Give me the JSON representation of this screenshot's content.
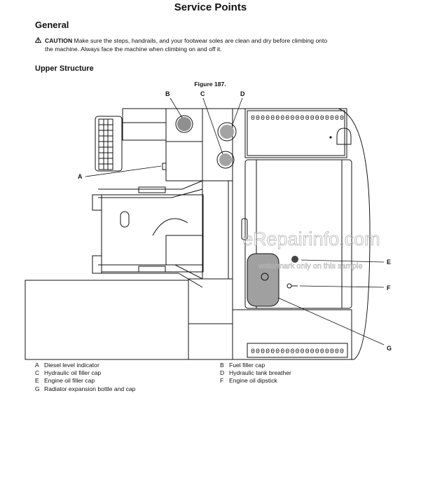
{
  "page": {
    "title": "Service Points",
    "section_heading": "General",
    "caution": {
      "icon": "warning-triangle-icon",
      "label": "CAUTION",
      "line1": "Make sure the steps, handrails, and your footwear soles are clean and dry before climbing onto",
      "line2": "the machine. Always face the machine when climbing on and off it."
    },
    "subheading": "Upper Structure"
  },
  "figure": {
    "title": "Figure 187.",
    "callouts": {
      "A": "A",
      "B": "B",
      "C": "C",
      "D": "D",
      "E": "E",
      "F": "F",
      "G": "G"
    },
    "filter_marks": "0000000000000000000",
    "watermark_main": "eRepairinfo.com",
    "watermark_sub": "watermark only on this sample"
  },
  "legend": {
    "left": [
      {
        "key": "A",
        "text": "Diesel level indicator"
      },
      {
        "key": "C",
        "text": "Hydraulic oil filler cap"
      },
      {
        "key": "E",
        "text": "Engine oil filler cap"
      },
      {
        "key": "G",
        "text": "Radiator expansion bottle and cap"
      }
    ],
    "right": [
      {
        "key": "B",
        "text": "Fuel filler cap"
      },
      {
        "key": "D",
        "text": "Hydraulic tank breather"
      },
      {
        "key": "F",
        "text": "Engine oil dipstick"
      }
    ]
  }
}
